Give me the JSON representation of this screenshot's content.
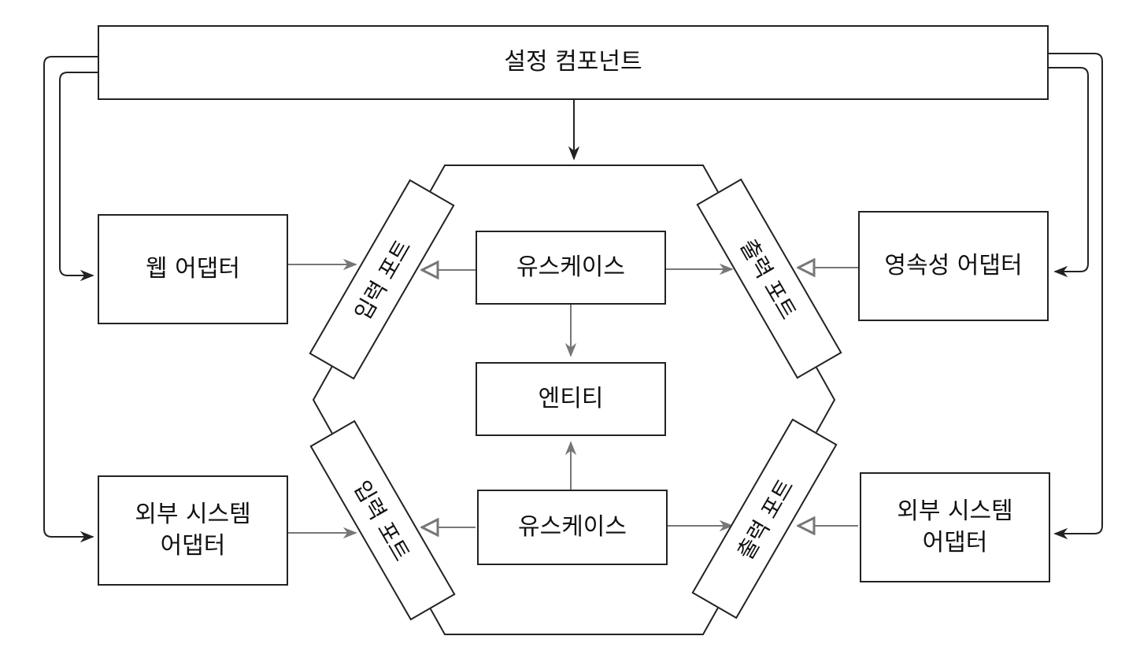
{
  "config": {
    "label": "설정 컴포넌트"
  },
  "adapters": {
    "web": "웹 어댑터",
    "external_left": "외부 시스템\n어댑터",
    "persistence": "영속성 어댑터",
    "external_right": "외부 시스템\n어댑터"
  },
  "ports": {
    "input_top": "입력 포트",
    "input_bottom": "입력 포트",
    "output_top": "출력 포트",
    "output_bottom": "출력 포트"
  },
  "core": {
    "usecase_top": "유스케이스",
    "entity": "엔티티",
    "usecase_bottom": "유스케이스"
  },
  "colors": {
    "line_dark": "#222222",
    "line_gray": "#777777"
  }
}
